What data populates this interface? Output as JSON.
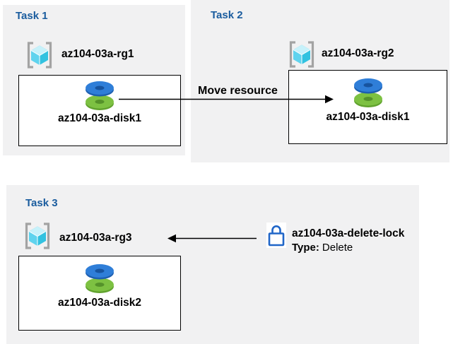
{
  "tasks": [
    {
      "title": "Task 1",
      "resource_group": "az104-03a-rg1",
      "resource": "az104-03a-disk1"
    },
    {
      "title": "Task 2",
      "resource_group": "az104-03a-rg2",
      "resource": "az104-03a-disk1"
    },
    {
      "title": "Task 3",
      "resource_group": "az104-03a-rg3",
      "resource": "az104-03a-disk2"
    }
  ],
  "move_arrow": {
    "label": "Move resource"
  },
  "delete_lock": {
    "name": "az104-03a-delete-lock",
    "type_label": "Type:",
    "type_value": "Delete"
  },
  "icons": {
    "resource_group": "azure-resource-group-icon",
    "managed_disk": "azure-managed-disk-icon",
    "lock": "delete-lock-icon"
  },
  "colors": {
    "panel_bg": "#f1f1f2",
    "title_blue": "#1a5c9e",
    "box_border": "#000000",
    "arrow_black": "#000000",
    "lock_blue": "#2066c8",
    "disk_blue": "#2f7ed8",
    "disk_blue_dark": "#1d5fb0",
    "disk_hole_blue": "#17549f",
    "disk_green": "#7dc142",
    "disk_green_dark": "#61a22e",
    "disk_hole_green": "#55922a",
    "cube_light": "#c7f1fa",
    "cube_mid": "#5fd3ee",
    "cube_dark": "#32c2e0",
    "bracket_gray": "#a3a3a3"
  }
}
